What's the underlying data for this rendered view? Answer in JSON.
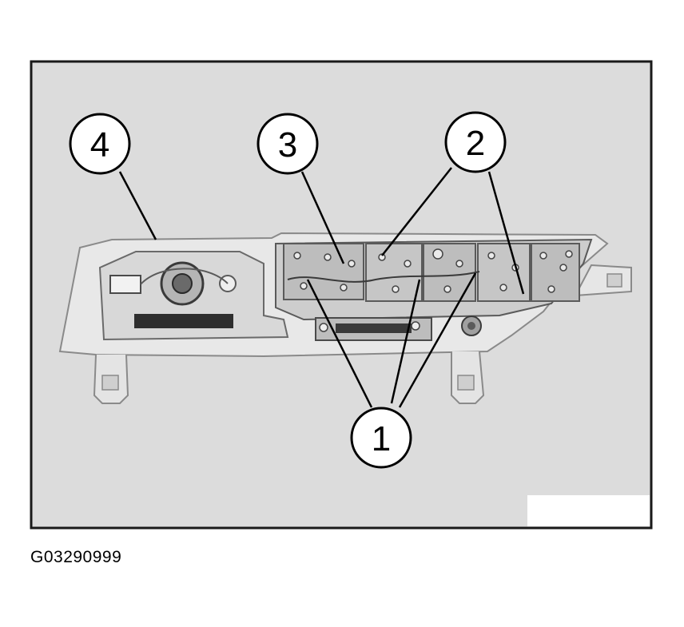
{
  "figure": {
    "caption": "G03290999",
    "callouts": [
      {
        "id": "c1",
        "label": "1"
      },
      {
        "id": "c2",
        "label": "2"
      },
      {
        "id": "c3",
        "label": "3"
      },
      {
        "id": "c4",
        "label": "4"
      }
    ],
    "colors": {
      "panel_bg": "#dcdcdc",
      "frame": "#1a1a1a",
      "housing": "#e6e6e6",
      "circuit": "#c8c8c8",
      "component": "#9a9a9a",
      "dark": "#3a3a3a"
    }
  }
}
